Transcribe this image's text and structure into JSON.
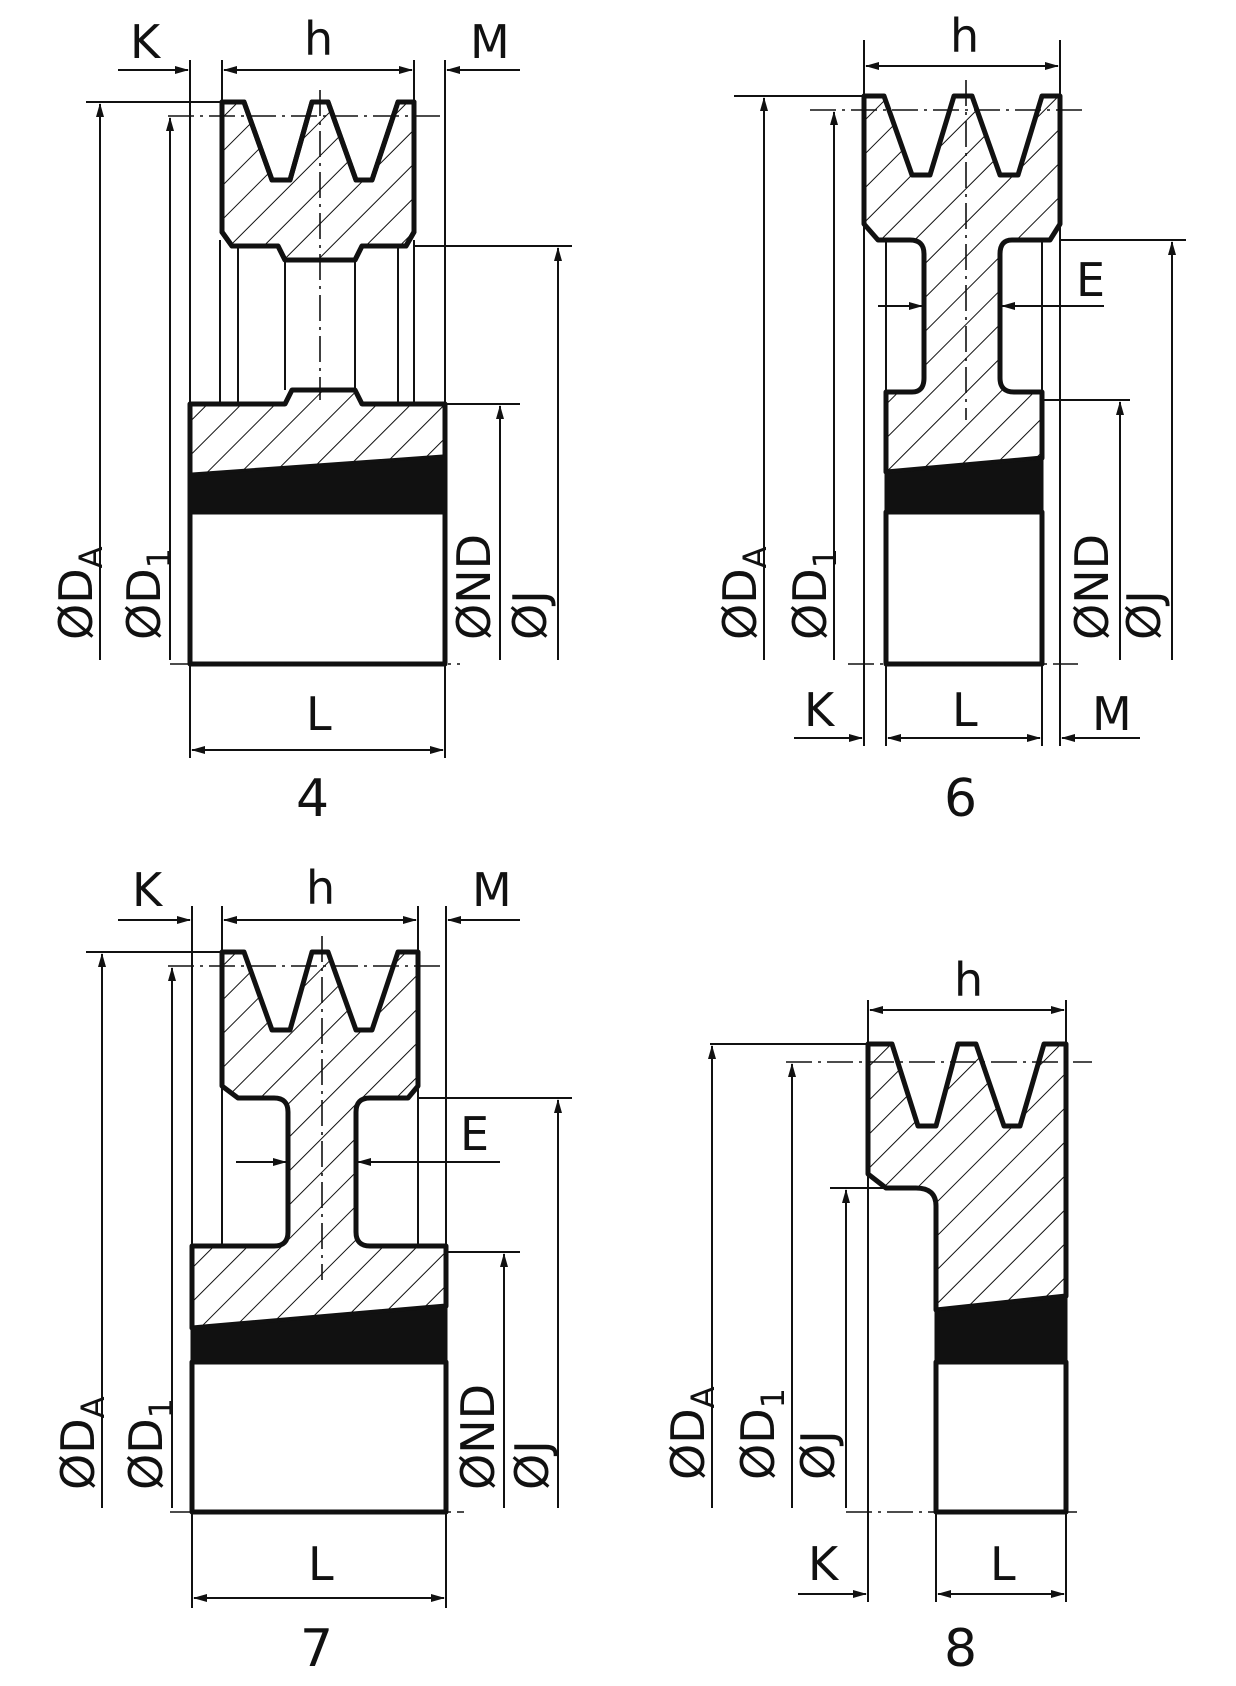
{
  "figures": [
    {
      "id": "fig-4",
      "number": "4",
      "labels": {
        "K": "K",
        "h": "h",
        "M": "M",
        "L": "L",
        "DA": "ØD",
        "DA_sub": "A",
        "D1": "ØD",
        "D1_sub": "1",
        "ND": "ØND",
        "J": "ØJ"
      }
    },
    {
      "id": "fig-6",
      "number": "6",
      "labels": {
        "h": "h",
        "E": "E",
        "K": "K",
        "L": "L",
        "M": "M",
        "DA": "ØD",
        "DA_sub": "A",
        "D1": "ØD",
        "D1_sub": "1",
        "ND": "ØND",
        "J": "ØJ"
      }
    },
    {
      "id": "fig-7",
      "number": "7",
      "labels": {
        "K": "K",
        "h": "h",
        "M": "M",
        "E": "E",
        "L": "L",
        "DA": "ØD",
        "DA_sub": "A",
        "D1": "ØD",
        "D1_sub": "1",
        "ND": "ØND",
        "J": "ØJ"
      }
    },
    {
      "id": "fig-8",
      "number": "8",
      "labels": {
        "h": "h",
        "K": "K",
        "L": "L",
        "DA": "ØD",
        "DA_sub": "A",
        "D1": "ØD",
        "D1_sub": "1",
        "J": "ØJ"
      }
    }
  ]
}
